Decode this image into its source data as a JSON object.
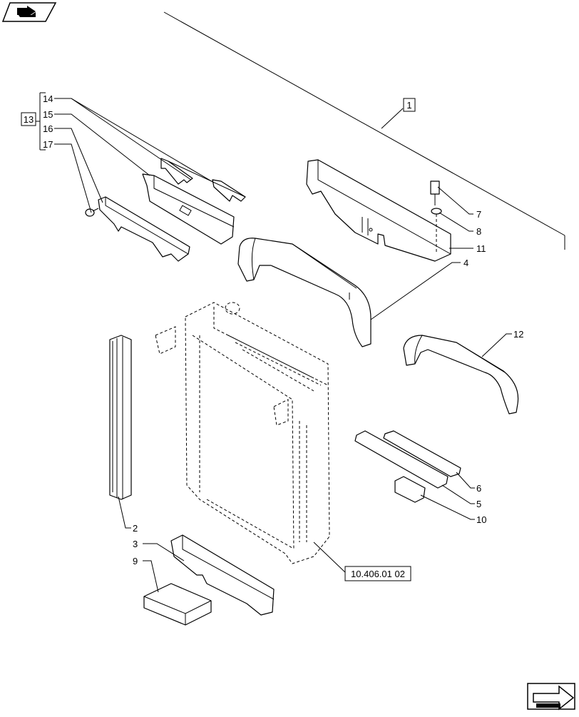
{
  "callouts": {
    "c1": "1",
    "c2": "2",
    "c3": "3",
    "c4": "4",
    "c5": "5",
    "c6": "6",
    "c7": "7",
    "c8": "8",
    "c9": "9",
    "c10": "10",
    "c11": "11",
    "c12": "12",
    "c13": "13",
    "c14": "14",
    "c15": "15",
    "c16": "16",
    "c17": "17"
  },
  "reference": "10.406.01 02",
  "icons": {
    "top_left": "book-arrow-icon",
    "bottom_right": "next-page-arrow-icon"
  }
}
